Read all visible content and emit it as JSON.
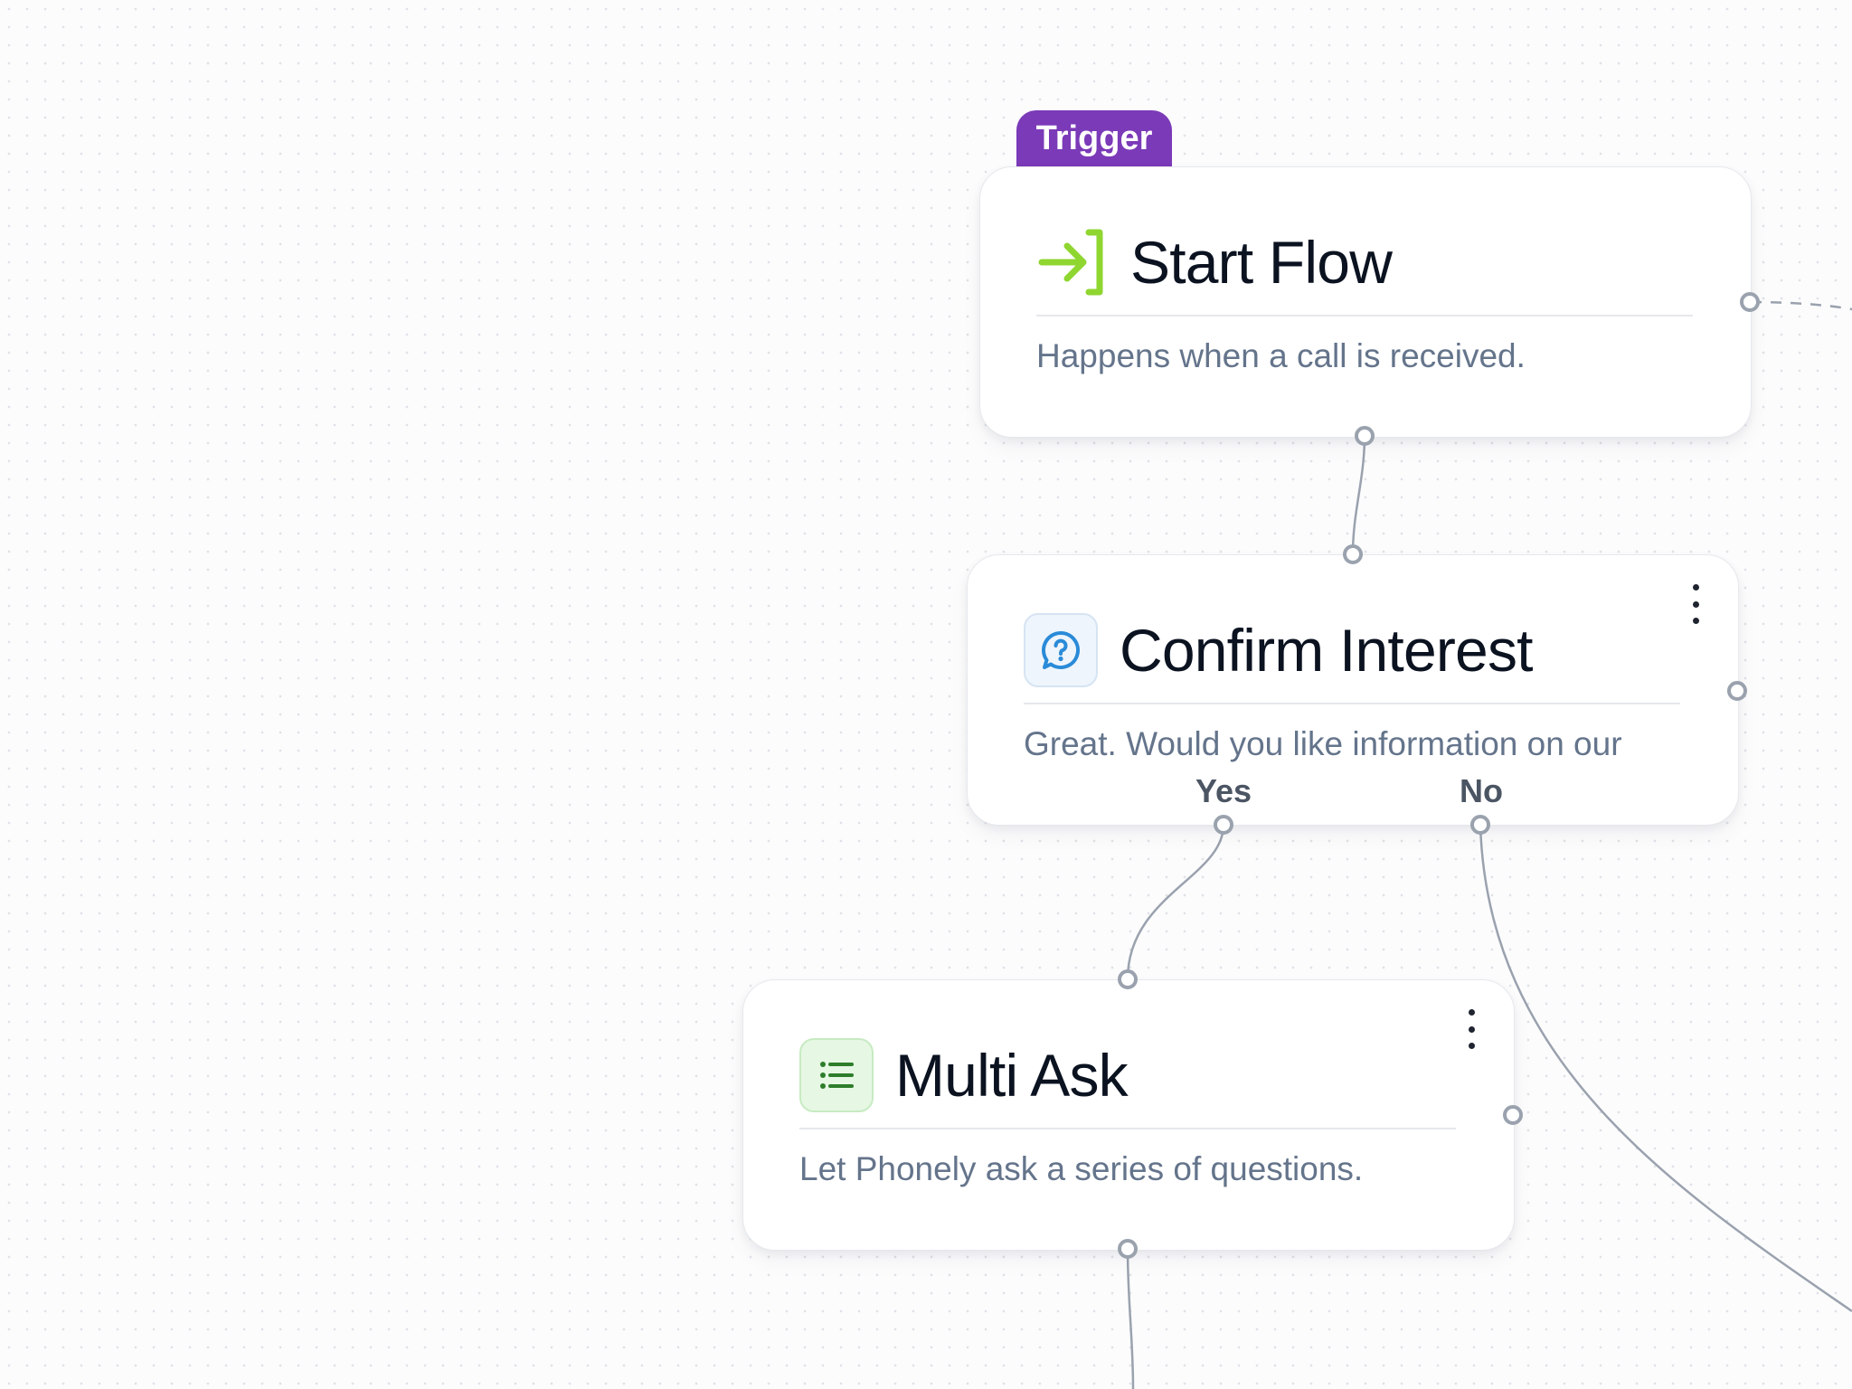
{
  "canvas": {
    "background": "#fcfcfd"
  },
  "trigger_badge": "Trigger",
  "nodes": {
    "start": {
      "title": "Start Flow",
      "description": "Happens when a call is received.",
      "icon": "enter-arrow-icon",
      "icon_color": "#8fd630"
    },
    "confirm": {
      "title": "Confirm Interest",
      "description": "Great. Would you like information on our",
      "icon": "question-bubble-icon",
      "icon_color": "#2a8bd8",
      "branches": [
        "Yes",
        "No"
      ]
    },
    "multi": {
      "title": "Multi Ask",
      "description": "Let Phonely ask a series of questions.",
      "icon": "list-icon",
      "icon_color": "#2d7d2a"
    }
  },
  "colors": {
    "accent": "#7b3ab8",
    "edge": "#9aa2ae",
    "handle": "#9aa2ae"
  }
}
